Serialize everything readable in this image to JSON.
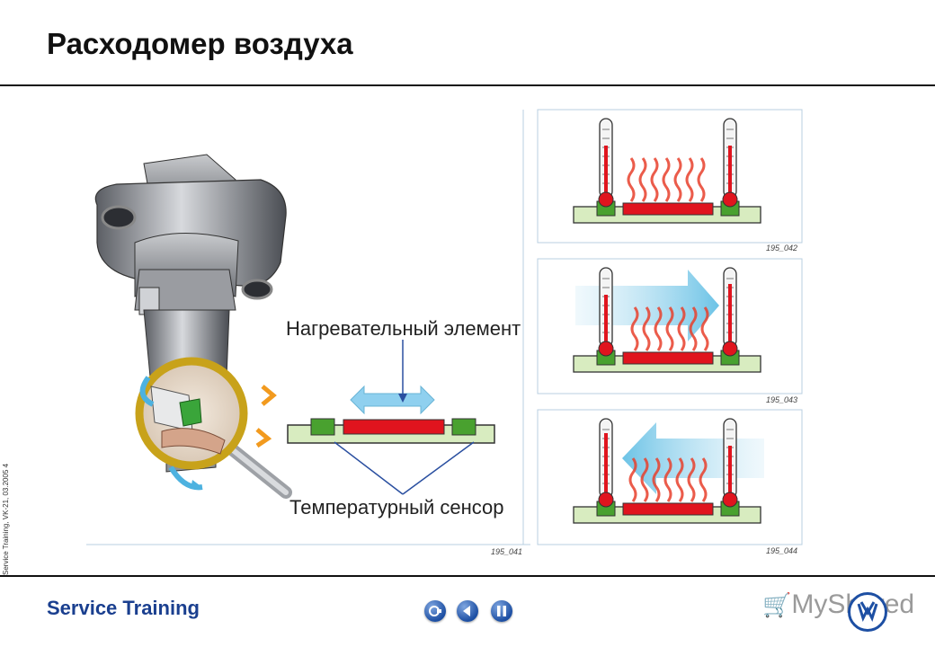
{
  "header": {
    "title": "Расходомер воздуха"
  },
  "side_note": {
    "text": "Service Training, VK-21, 03.2005     4"
  },
  "diagram": {
    "heating_label": "Нагревательный элемент",
    "sensor_label": "Температурный сенсор",
    "fig_main": "195_041",
    "fig_top": "195_042",
    "fig_mid": "195_043",
    "fig_bot": "195_044"
  },
  "footer": {
    "brand": "Service Training",
    "watermark": "MyShared",
    "nav": [
      "home-icon",
      "previous-icon",
      "pause-icon"
    ]
  },
  "colors": {
    "brand_blue": "#1a3f8f",
    "heater_red": "#e0141e",
    "sensor_green": "#49a12f",
    "board_green": "#d8ecc0"
  }
}
